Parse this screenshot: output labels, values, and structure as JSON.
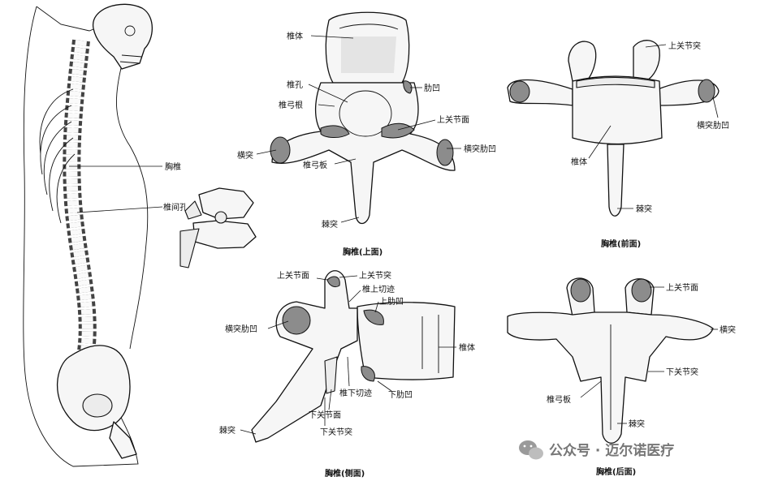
{
  "labels": {
    "thoracic_vertebra": "胸椎",
    "intervertebral_foramen": "椎间孔",
    "body": "椎体",
    "vertebral_foramen": "椎孔",
    "pedicle": "椎弓根",
    "costal_fovea": "肋凹",
    "superior_articular_surface": "上关节面",
    "transverse_process": "横突",
    "transverse_costal_fovea": "横突肋凹",
    "lamina": "椎弓板",
    "spinous_process": "棘突",
    "superior_articular_process": "上关节突",
    "superior_vertebral_notch": "椎上切迹",
    "superior_costal_fovea": "上肋凹",
    "inferior_vertebral_notch": "椎下切迹",
    "inferior_articular_surface": "下关节面",
    "inferior_costal_fovea": "下肋凹",
    "inferior_articular_process": "下关节突"
  },
  "captions": {
    "superior_view": "胸椎(上面)",
    "anterior_view": "胸椎(前面)",
    "lateral_view": "胸椎(侧面)",
    "posterior_view": "胸椎(后面)"
  },
  "watermark": {
    "text": "公众号 · 迈尔诺医疗",
    "icon": "wechat-icon"
  }
}
